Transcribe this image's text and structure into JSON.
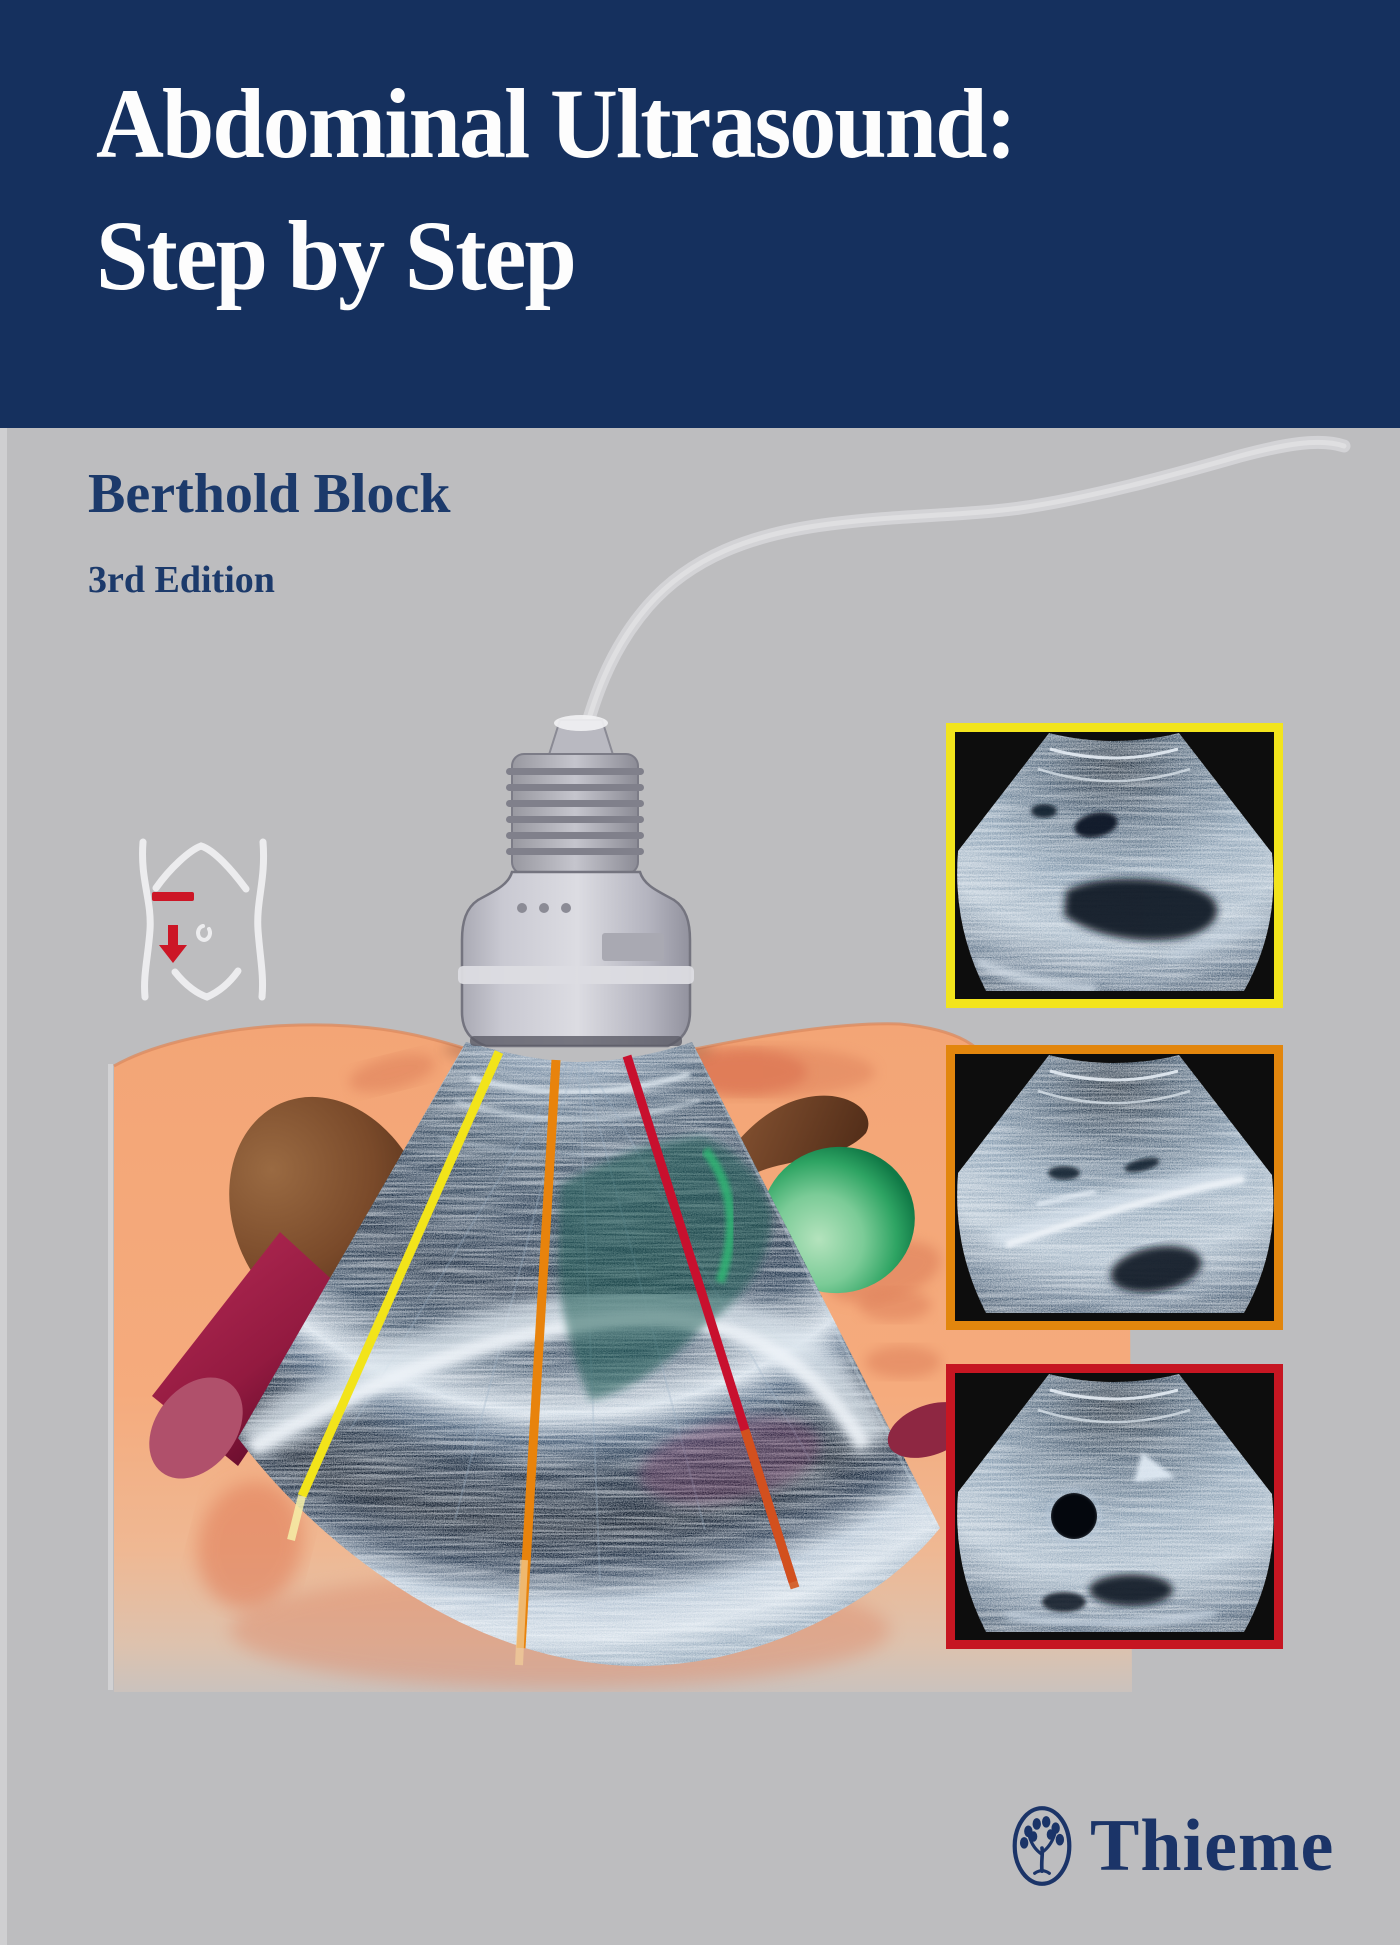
{
  "cover": {
    "title_line1": "Abdominal Ultrasound:",
    "title_line2": "Step by Step",
    "author": "Berthold Block",
    "edition": "3rd Edition",
    "publisher": "Thieme"
  },
  "colors": {
    "banner_navy": "#15305e",
    "background_gray": "#bdbdbf",
    "text_navy": "#1c3a6b",
    "logo_navy": "#1b3468",
    "skin_peach": "#f5aa7a",
    "scan_yellow": "#f2e41a",
    "scan_orange": "#e8830c",
    "scan_red": "#c8102e",
    "marker_red": "#cc1626",
    "organ_green": "#27a05f",
    "organ_brown": "#7a4a2c",
    "vessel_maroon": "#9a1b40",
    "probe_gray": "#c9c9d2"
  },
  "icons": {
    "torso_pictogram": "torso-outline-with-transducer-position",
    "publisher_emblem": "thieme-tree-in-oval",
    "probe": "ultrasound-transducer",
    "thumbnails": "ultrasound-scan-images"
  },
  "thumbnails": [
    {
      "name": "upper-abdomen-transverse-scan",
      "frame_color": "#f2e41a"
    },
    {
      "name": "pancreas-level-transverse-scan",
      "frame_color": "#e2860e"
    },
    {
      "name": "vessel-level-transverse-scan",
      "frame_color": "#c61322"
    }
  ]
}
